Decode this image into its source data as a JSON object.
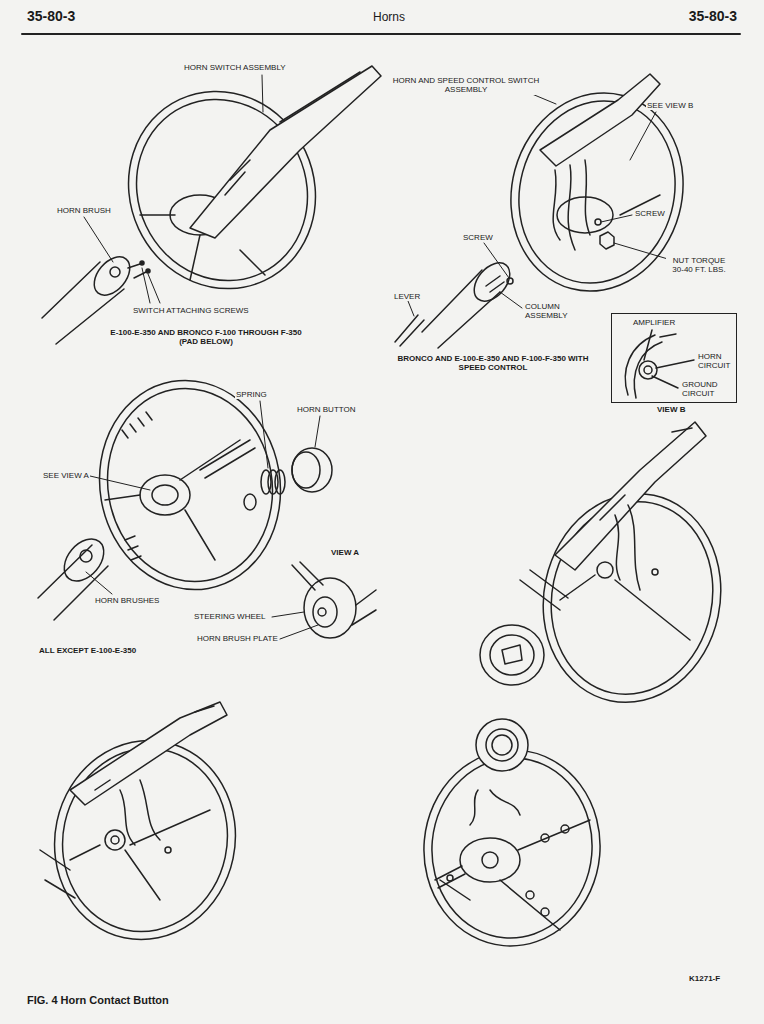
{
  "diagram": {
    "title": "Horns",
    "caption": "FIG. 4 Horn Contact Button",
    "nodes": [
      {
        "text": [
          "VIEW B",
          "AMPLIFIER",
          "HORN CIRCUIT",
          "GROUND CIRCUIT"
        ]
      }
    ],
    "labels": [
      "35-80-3",
      "35-80-3",
      "HORN SWITCH ASSEMBLY",
      "HORN BRUSH",
      "SWITCH ATTACHING SCREWS",
      "E-100-E-350 AND BRONCO F-100 THROUGH F-350 (PAD BELOW)",
      "HORN AND SPEED CONTROL SWITCH ASSEMBLY",
      "SEE VIEW B",
      "SCREW",
      "SCREW",
      "NUT TORQUE 30-40 FT. LBS.",
      "LEVER",
      "COLUMN ASSEMBLY",
      "BRONCO AND E-100-E-350 AND F-100-F-350 WITH SPEED CONTROL",
      "SPRING",
      "HORN BUTTON",
      "SEE VIEW A",
      "HORN BRUSHES",
      "VIEW A",
      "STEERING WHEEL",
      "HORN BRUSH PLATE",
      "ALL EXCEPT E-100-E-350",
      "K1271-F"
    ]
  }
}
